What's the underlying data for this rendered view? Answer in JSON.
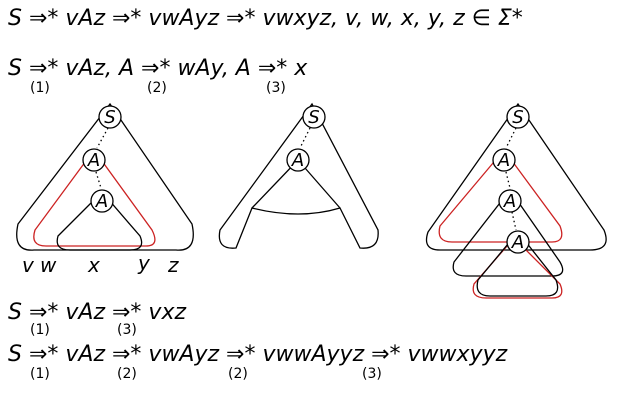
{
  "line1": "S ⇒* vAz ⇒* vwAyz ⇒* vwxyz,  v, w, x, y, z ∈ Σ*",
  "line2": "S ⇒* vAz,  A ⇒* wAy,  A ⇒* x",
  "line2_subs": [
    "(1)",
    "(2)",
    "(3)"
  ],
  "line3": "S ⇒* vAz ⇒* vxz",
  "line3_subs": [
    "(1)",
    "(3)"
  ],
  "line4": "S ⇒* vAz ⇒* vwAyz ⇒* vwwAyyz ⇒* vwwxyyz",
  "line4_subs": [
    "(1)",
    "(2)",
    "(2)",
    "(3)"
  ],
  "tree1": {
    "nodes": [
      "S",
      "A",
      "A"
    ],
    "leaves": [
      "v",
      "w",
      "x",
      "y",
      "z"
    ]
  },
  "tree2": {
    "nodes": [
      "S",
      "A"
    ]
  },
  "tree3": {
    "nodes": [
      "S",
      "A",
      "A",
      "A"
    ]
  },
  "colors": {
    "ink": "#000000",
    "highlight": "#cc2222"
  }
}
